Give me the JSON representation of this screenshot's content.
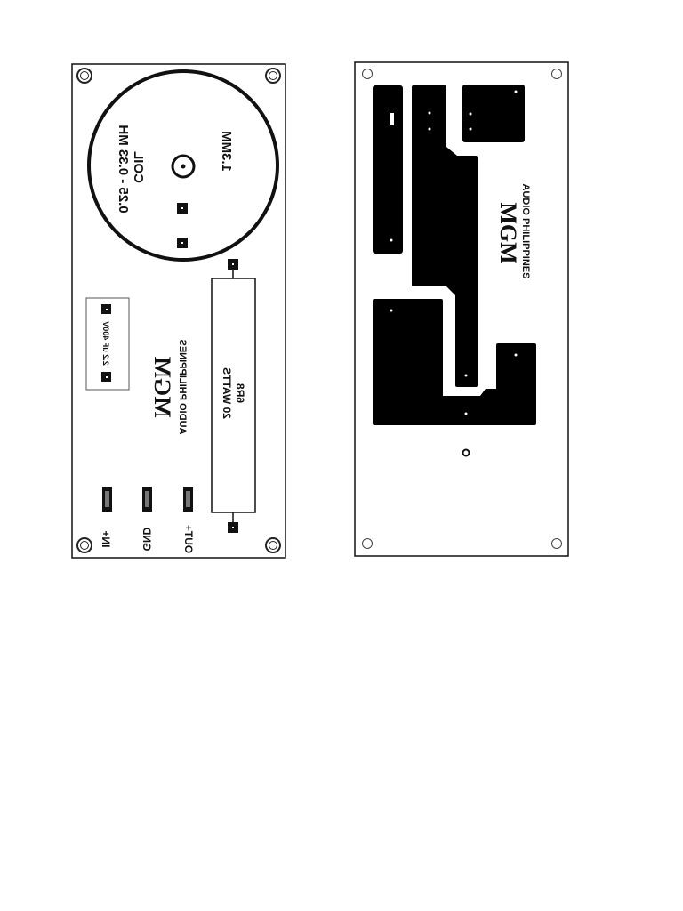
{
  "component_board": {
    "inductor": {
      "size": "1.3MM",
      "type": "COIL",
      "value": "0.25 - 0.33 MH"
    },
    "resistor": {
      "power": "20 WATTS",
      "value": "6R8"
    },
    "capacitor": {
      "value": "2.2 uF 400V"
    },
    "logo": "MGM",
    "brand": "AUDIO PHILIPPINES",
    "terminals": [
      "IN+",
      "GND",
      "OUT+"
    ]
  },
  "copper_board": {
    "logo": "MGM",
    "brand": "AUDIO PHILIPPINES",
    "copper_color": "#000000"
  }
}
